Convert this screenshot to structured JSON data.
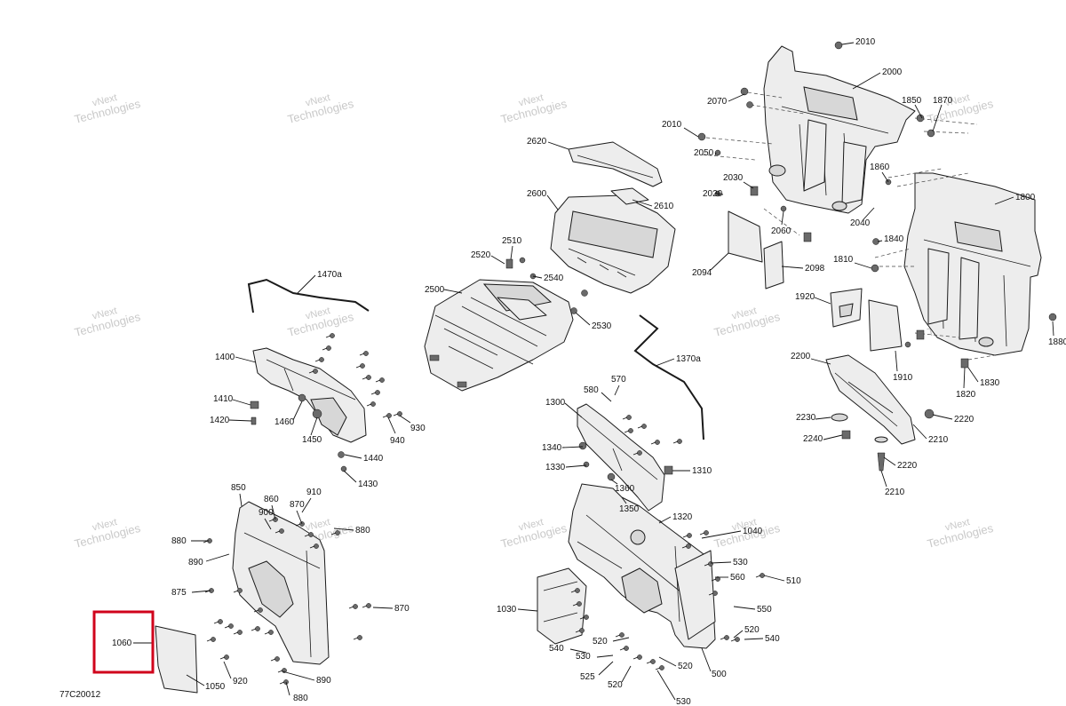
{
  "drawing_id": "77C20012",
  "watermark": {
    "line1": "vNext",
    "line2": "Technologies"
  },
  "highlighted_callout": "1060",
  "callouts": [
    "2010",
    "2000",
    "2070",
    "1850",
    "1870",
    "2010",
    "2050",
    "1860",
    "2030",
    "2020",
    "2060",
    "2040",
    "1800",
    "1840",
    "1810",
    "2094",
    "2098",
    "1920",
    "1880",
    "1910",
    "1820",
    "1830",
    "2200",
    "2230",
    "2220",
    "2240",
    "2210",
    "2220",
    "2210",
    "2620",
    "2600",
    "2610",
    "2510",
    "2520",
    "2540",
    "2500",
    "2530",
    "1470a",
    "1400",
    "1410",
    "1420",
    "1460",
    "1450",
    "940",
    "930",
    "1440",
    "1430",
    "1370a",
    "570",
    "580",
    "1300",
    "1340",
    "1330",
    "1310",
    "1360",
    "1350",
    "1320",
    "850",
    "880",
    "860",
    "910",
    "900",
    "870",
    "880",
    "890",
    "875",
    "870",
    "1040",
    "530",
    "560",
    "510",
    "550",
    "1030",
    "520",
    "540",
    "520",
    "540",
    "530",
    "525",
    "520",
    "520",
    "500",
    "530",
    "1060",
    "1050",
    "920",
    "890",
    "880"
  ]
}
